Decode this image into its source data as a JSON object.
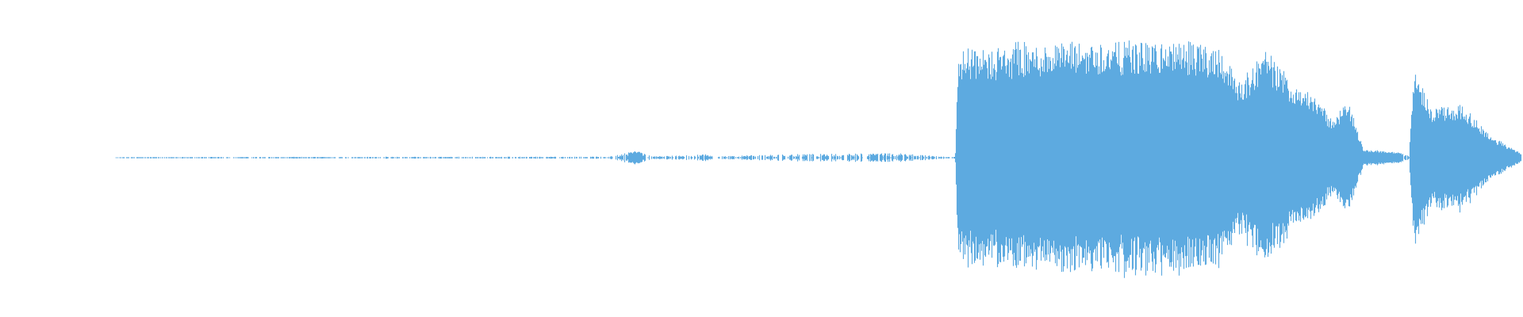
{
  "waveform": {
    "color": "#5DAAE0",
    "background": "#FFFFFF",
    "channels": 1,
    "envelope_description_points": [
      {
        "t": 0.0,
        "amp": 0.0
      },
      {
        "t": 0.075,
        "amp": 0.0
      },
      {
        "t": 0.078,
        "amp": 0.004
      },
      {
        "t": 0.4,
        "amp": 0.006
      },
      {
        "t": 0.418,
        "amp": 0.04
      },
      {
        "t": 0.43,
        "amp": 0.008
      },
      {
        "t": 0.463,
        "amp": 0.02
      },
      {
        "t": 0.47,
        "amp": 0.008
      },
      {
        "t": 0.52,
        "amp": 0.02
      },
      {
        "t": 0.59,
        "amp": 0.025
      },
      {
        "t": 0.62,
        "amp": 0.006
      },
      {
        "t": 0.627,
        "amp": 0.006
      },
      {
        "t": 0.629,
        "amp": 0.64
      },
      {
        "t": 0.66,
        "amp": 0.66
      },
      {
        "t": 0.7,
        "amp": 0.7
      },
      {
        "t": 0.76,
        "amp": 0.7
      },
      {
        "t": 0.8,
        "amp": 0.68
      },
      {
        "t": 0.815,
        "amp": 0.45
      },
      {
        "t": 0.83,
        "amp": 0.66
      },
      {
        "t": 0.845,
        "amp": 0.48
      },
      {
        "t": 0.86,
        "amp": 0.4
      },
      {
        "t": 0.875,
        "amp": 0.22
      },
      {
        "t": 0.885,
        "amp": 0.35
      },
      {
        "t": 0.895,
        "amp": 0.05
      },
      {
        "t": 0.92,
        "amp": 0.03
      },
      {
        "t": 0.925,
        "amp": 0.01
      },
      {
        "t": 0.928,
        "amp": 0.55
      },
      {
        "t": 0.94,
        "amp": 0.3
      },
      {
        "t": 0.96,
        "amp": 0.32
      },
      {
        "t": 0.98,
        "amp": 0.12
      },
      {
        "t": 1.0,
        "amp": 0.02
      }
    ]
  }
}
